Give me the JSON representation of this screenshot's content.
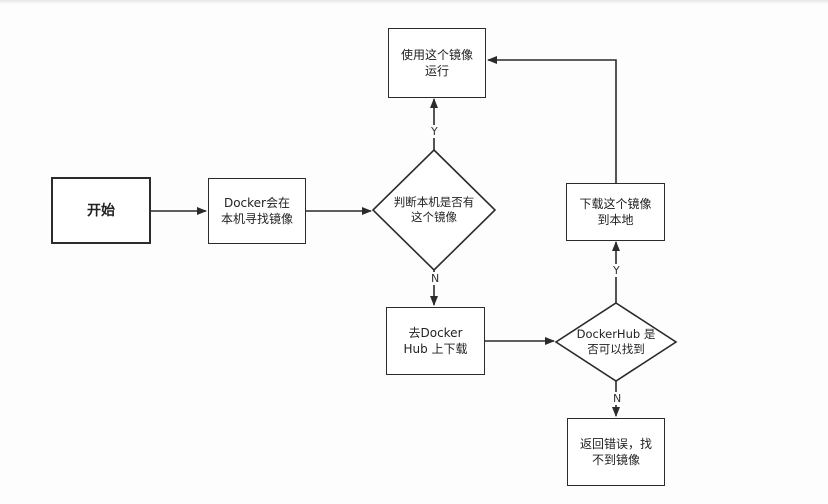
{
  "diagram": {
    "nodes": {
      "start": "开始",
      "search_local": "Docker会在\n本机寻找镜像",
      "check_local": "判断本机是否有\n这个镜像",
      "run_image": "使用这个镜像\n运行",
      "pull_hub": "去Docker\nHub 上下载",
      "check_hub": "DockerHub 是\n否可以找到",
      "download": "下载这个镜像\n到本地",
      "error": "返回错误，找\n不到镜像"
    },
    "edge_labels": {
      "local_yes": "Y",
      "local_no": "N",
      "hub_yes": "Y",
      "hub_no": "N"
    },
    "colors": {
      "stroke": "#2b2b2b",
      "fill": "#ffffff",
      "background": "#fdfdfd"
    }
  }
}
